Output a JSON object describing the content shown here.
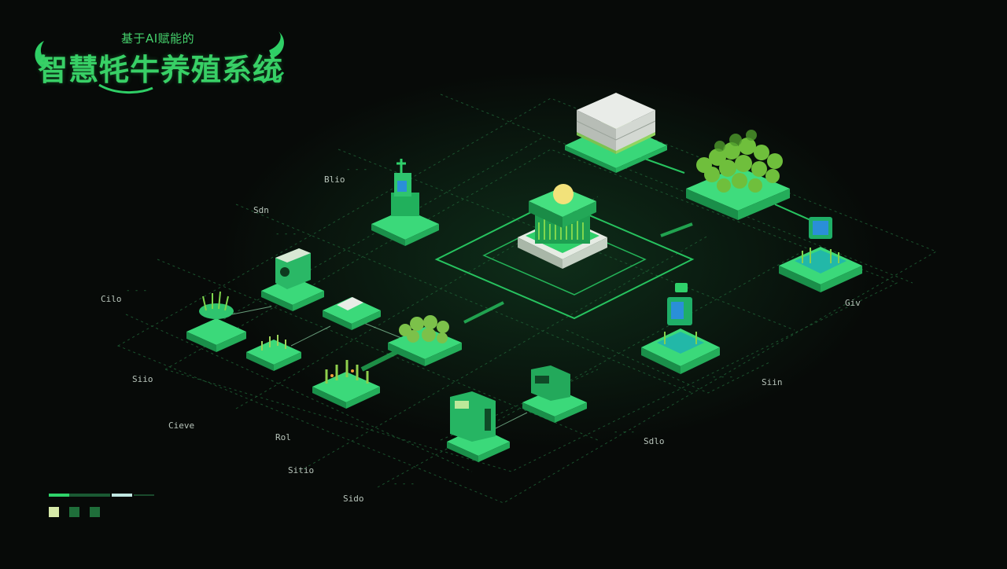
{
  "header": {
    "subtitle": "基于AI赋能的",
    "title": "智慧牦牛养殖系统"
  },
  "colors": {
    "background": "#070a08",
    "accent": "#2fd36a",
    "accent_dark": "#1a7a3d",
    "accent_light": "#cfeaa8",
    "screen_blue": "#2a8fd8"
  },
  "labels": [
    {
      "id": "lbl-1",
      "text": "Blio"
    },
    {
      "id": "lbl-2",
      "text": "Sdn"
    },
    {
      "id": "lbl-3",
      "text": "Cilo"
    },
    {
      "id": "lbl-4",
      "text": "Siio"
    },
    {
      "id": "lbl-5",
      "text": "Cieve"
    },
    {
      "id": "lbl-6",
      "text": "Sitio"
    },
    {
      "id": "lbl-7",
      "text": "Giv"
    },
    {
      "id": "lbl-8",
      "text": "Siin"
    },
    {
      "id": "lbl-9",
      "text": "Sdlo"
    },
    {
      "id": "lbl-10",
      "text": "Sido"
    },
    {
      "id": "lbl-11",
      "text": "Rol"
    }
  ],
  "legend": {
    "icons": [
      "light-square",
      "green-square",
      "green-square"
    ]
  }
}
